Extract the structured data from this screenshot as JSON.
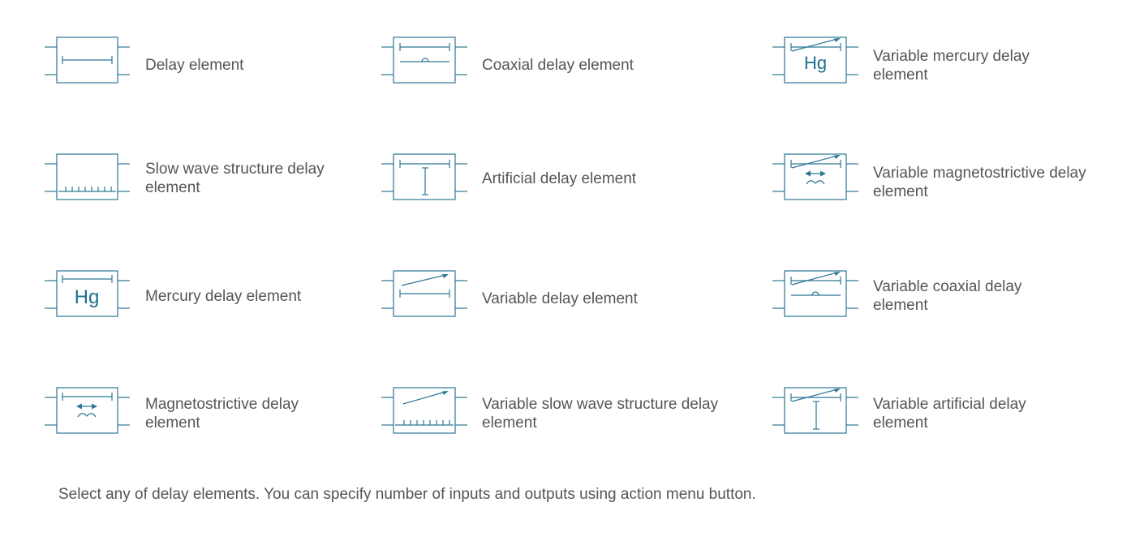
{
  "colors": {
    "symbol": "#2d7794",
    "symbol_text": "#1f7090",
    "label_text": "#555555"
  },
  "elements": [
    {
      "label_lines": [
        "Delay element"
      ],
      "icon": "delay-element-icon"
    },
    {
      "label_lines": [
        "Coaxial delay element"
      ],
      "icon": "coaxial-delay-element-icon"
    },
    {
      "label_lines": [
        "Variable mercury delay",
        "element"
      ],
      "icon": "variable-mercury-delay-element-icon",
      "symbol_text": "Hg"
    },
    {
      "label_lines": [
        "Slow wave structure delay",
        "element"
      ],
      "icon": "slow-wave-structure-delay-element-icon"
    },
    {
      "label_lines": [
        "Artificial delay element"
      ],
      "icon": "artificial-delay-element-icon"
    },
    {
      "label_lines": [
        "Variable magnetostrictive delay",
        "element"
      ],
      "icon": "variable-magnetostrictive-delay-element-icon"
    },
    {
      "label_lines": [
        "Mercury delay element"
      ],
      "icon": "mercury-delay-element-icon",
      "symbol_text": "Hg"
    },
    {
      "label_lines": [
        "Variable delay element"
      ],
      "icon": "variable-delay-element-icon"
    },
    {
      "label_lines": [
        "Variable coaxial delay",
        "element"
      ],
      "icon": "variable-coaxial-delay-element-icon"
    },
    {
      "label_lines": [
        "Magnetostrictive delay",
        "element"
      ],
      "icon": "magnetostrictive-delay-element-icon"
    },
    {
      "label_lines": [
        "Variable slow wave structure delay",
        "element"
      ],
      "icon": "variable-slow-wave-structure-delay-element-icon"
    },
    {
      "label_lines": [
        "Variable artificial delay",
        "element"
      ],
      "icon": "variable-artificial-delay-element-icon"
    }
  ],
  "footer": "Select any of delay elements. You can specify number of inputs and outputs using action menu button."
}
